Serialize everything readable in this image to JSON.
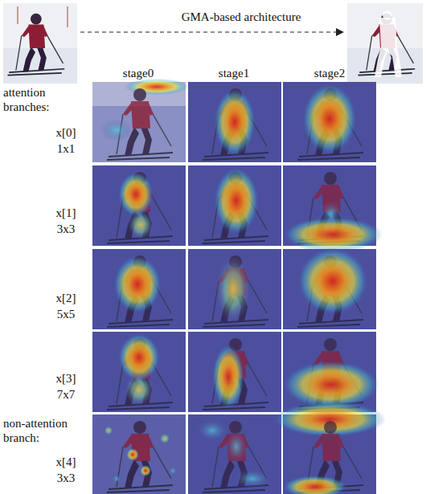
{
  "diagram": {
    "labels": [
      "GMA-based architecture",
      "stage0",
      "stage1",
      "stage2",
      "attention branches:",
      "x[0]",
      "1x1",
      "x[1]",
      "3x3",
      "x[2]",
      "5x5",
      "x[3]",
      "7x7",
      "non-attention branch:",
      "x[4]",
      "3x3"
    ]
  }
}
